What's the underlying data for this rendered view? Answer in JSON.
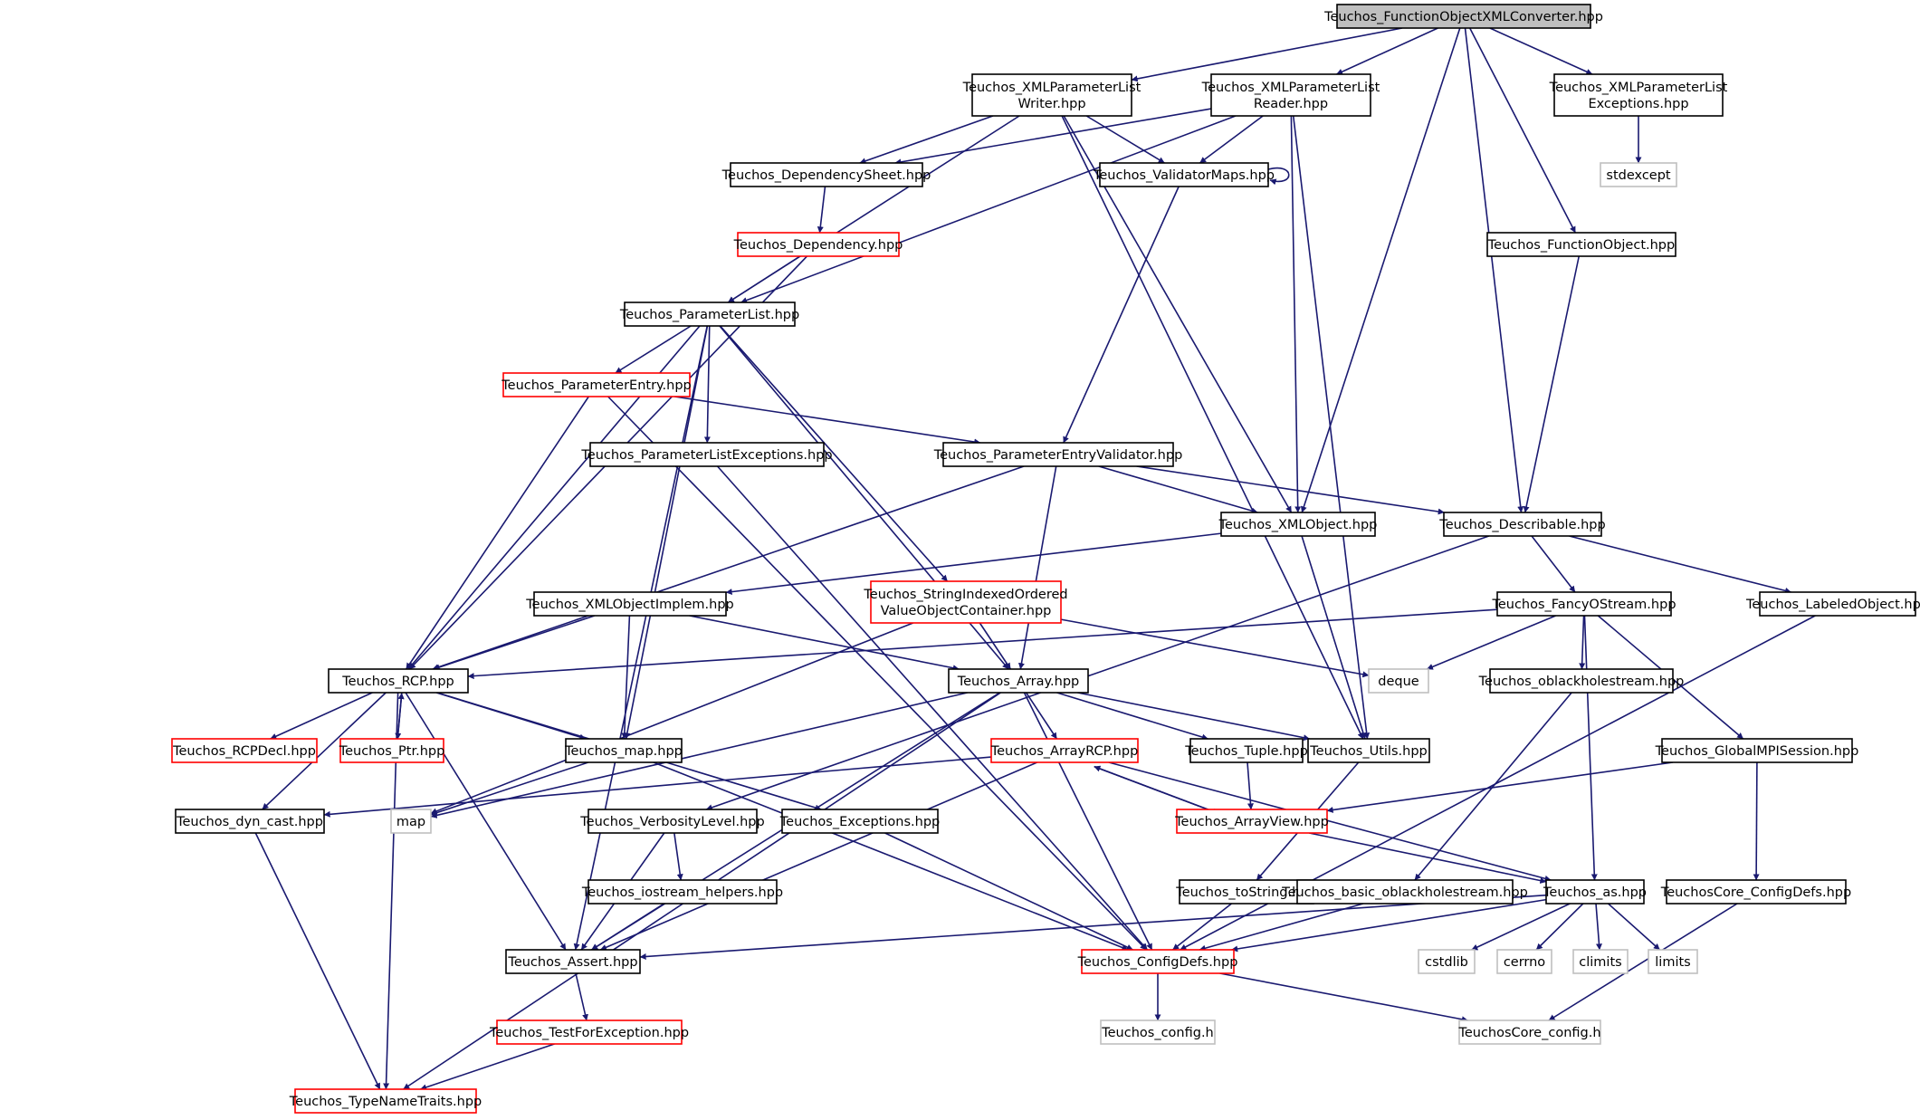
{
  "colors": {
    "edge": "#191970",
    "normal_border": "#000000",
    "red_border": "#ff0000",
    "gray_border": "#bfbfbf",
    "root_fill": "#bfbfbf",
    "text": "#000000",
    "gray_text": "#404040"
  },
  "nodes": [
    {
      "id": "root",
      "lines": [
        "Teuchos_FunctionObjectXMLConverter.hpp"
      ],
      "style": "root"
    },
    {
      "id": "plwriter",
      "lines": [
        "Teuchos_XMLParameterList",
        "Writer.hpp"
      ],
      "style": "normal"
    },
    {
      "id": "plreader",
      "lines": [
        "Teuchos_XMLParameterList",
        "Reader.hpp"
      ],
      "style": "normal"
    },
    {
      "id": "plexc",
      "lines": [
        "Teuchos_XMLParameterList",
        "Exceptions.hpp"
      ],
      "style": "normal"
    },
    {
      "id": "stdexcept",
      "lines": [
        "stdexcept"
      ],
      "style": "gray"
    },
    {
      "id": "depsheet",
      "lines": [
        "Teuchos_DependencySheet.hpp"
      ],
      "style": "normal"
    },
    {
      "id": "valmaps",
      "lines": [
        "Teuchos_ValidatorMaps.hpp"
      ],
      "style": "normal"
    },
    {
      "id": "funcobj",
      "lines": [
        "Teuchos_FunctionObject.hpp"
      ],
      "style": "normal"
    },
    {
      "id": "dependency",
      "lines": [
        "Teuchos_Dependency.hpp"
      ],
      "style": "red"
    },
    {
      "id": "paramlist",
      "lines": [
        "Teuchos_ParameterList.hpp"
      ],
      "style": "normal"
    },
    {
      "id": "paramentry",
      "lines": [
        "Teuchos_ParameterEntry.hpp"
      ],
      "style": "red"
    },
    {
      "id": "plexceptions",
      "lines": [
        "Teuchos_ParameterListExceptions.hpp"
      ],
      "style": "normal"
    },
    {
      "id": "pevalidator",
      "lines": [
        "Teuchos_ParameterEntryValidator.hpp"
      ],
      "style": "normal"
    },
    {
      "id": "xmlobject",
      "lines": [
        "Teuchos_XMLObject.hpp"
      ],
      "style": "normal"
    },
    {
      "id": "describable",
      "lines": [
        "Teuchos_Describable.hpp"
      ],
      "style": "normal"
    },
    {
      "id": "xmlobjimpl",
      "lines": [
        "Teuchos_XMLObjectImplem.hpp"
      ],
      "style": "normal"
    },
    {
      "id": "stringindexed",
      "lines": [
        "Teuchos_StringIndexedOrdered",
        "ValueObjectContainer.hpp"
      ],
      "style": "red"
    },
    {
      "id": "fancyostream",
      "lines": [
        "Teuchos_FancyOStream.hpp"
      ],
      "style": "normal"
    },
    {
      "id": "labeledobj",
      "lines": [
        "Teuchos_LabeledObject.hpp"
      ],
      "style": "normal"
    },
    {
      "id": "rcp",
      "lines": [
        "Teuchos_RCP.hpp"
      ],
      "style": "normal"
    },
    {
      "id": "array",
      "lines": [
        "Teuchos_Array.hpp"
      ],
      "style": "normal"
    },
    {
      "id": "deque",
      "lines": [
        "deque"
      ],
      "style": "gray"
    },
    {
      "id": "oblackhole",
      "lines": [
        "Teuchos_oblackholestream.hpp"
      ],
      "style": "normal"
    },
    {
      "id": "rcpdecl",
      "lines": [
        "Teuchos_RCPDecl.hpp"
      ],
      "style": "red"
    },
    {
      "id": "ptr",
      "lines": [
        "Teuchos_Ptr.hpp"
      ],
      "style": "red"
    },
    {
      "id": "map_hpp",
      "lines": [
        "Teuchos_map.hpp"
      ],
      "style": "normal"
    },
    {
      "id": "arrayrcp",
      "lines": [
        "Teuchos_ArrayRCP.hpp"
      ],
      "style": "red"
    },
    {
      "id": "tuple",
      "lines": [
        "Teuchos_Tuple.hpp"
      ],
      "style": "normal"
    },
    {
      "id": "utils",
      "lines": [
        "Teuchos_Utils.hpp"
      ],
      "style": "normal"
    },
    {
      "id": "globalmpi",
      "lines": [
        "Teuchos_GlobalMPISession.hpp"
      ],
      "style": "normal"
    },
    {
      "id": "dyncast",
      "lines": [
        "Teuchos_dyn_cast.hpp"
      ],
      "style": "normal"
    },
    {
      "id": "map",
      "lines": [
        "map"
      ],
      "style": "gray"
    },
    {
      "id": "verbosity",
      "lines": [
        "Teuchos_VerbosityLevel.hpp"
      ],
      "style": "normal"
    },
    {
      "id": "exceptions",
      "lines": [
        "Teuchos_Exceptions.hpp"
      ],
      "style": "normal"
    },
    {
      "id": "arrayview",
      "lines": [
        "Teuchos_ArrayView.hpp"
      ],
      "style": "red"
    },
    {
      "id": "iostreamhelpers",
      "lines": [
        "Teuchos_iostream_helpers.hpp"
      ],
      "style": "normal"
    },
    {
      "id": "tostring",
      "lines": [
        "Teuchos_toString.hpp"
      ],
      "style": "normal"
    },
    {
      "id": "basicoblack",
      "lines": [
        "Teuchos_basic_oblackholestream.hpp"
      ],
      "style": "normal"
    },
    {
      "id": "as",
      "lines": [
        "Teuchos_as.hpp"
      ],
      "style": "normal"
    },
    {
      "id": "coreconfigdefs",
      "lines": [
        "TeuchosCore_ConfigDefs.hpp"
      ],
      "style": "normal"
    },
    {
      "id": "assert",
      "lines": [
        "Teuchos_Assert.hpp"
      ],
      "style": "normal"
    },
    {
      "id": "configdefs",
      "lines": [
        "Teuchos_ConfigDefs.hpp"
      ],
      "style": "red"
    },
    {
      "id": "cstdlib",
      "lines": [
        "cstdlib"
      ],
      "style": "gray"
    },
    {
      "id": "cerrno",
      "lines": [
        "cerrno"
      ],
      "style": "gray"
    },
    {
      "id": "climits",
      "lines": [
        "climits"
      ],
      "style": "gray"
    },
    {
      "id": "limits",
      "lines": [
        "limits"
      ],
      "style": "gray"
    },
    {
      "id": "testforexc",
      "lines": [
        "Teuchos_TestForException.hpp"
      ],
      "style": "red"
    },
    {
      "id": "config_h",
      "lines": [
        "Teuchos_config.h"
      ],
      "style": "gray"
    },
    {
      "id": "coreconfig_h",
      "lines": [
        "TeuchosCore_config.h"
      ],
      "style": "gray"
    },
    {
      "id": "typenametraits",
      "lines": [
        "Teuchos_TypeNameTraits.hpp"
      ],
      "style": "red"
    }
  ],
  "edges": [
    [
      "root",
      "plwriter"
    ],
    [
      "root",
      "plreader"
    ],
    [
      "root",
      "plexc"
    ],
    [
      "root",
      "xmlobject"
    ],
    [
      "root",
      "describable"
    ],
    [
      "root",
      "funcobj"
    ],
    [
      "plwriter",
      "depsheet"
    ],
    [
      "plwriter",
      "valmaps"
    ],
    [
      "plwriter",
      "paramlist"
    ],
    [
      "plwriter",
      "xmlobject"
    ],
    [
      "plwriter",
      "utils"
    ],
    [
      "plreader",
      "depsheet"
    ],
    [
      "plreader",
      "valmaps"
    ],
    [
      "plreader",
      "paramlist"
    ],
    [
      "plreader",
      "xmlobject"
    ],
    [
      "plreader",
      "utils"
    ],
    [
      "plexc",
      "stdexcept"
    ],
    [
      "depsheet",
      "dependency"
    ],
    [
      "valmaps",
      "valmaps"
    ],
    [
      "valmaps",
      "pevalidator"
    ],
    [
      "funcobj",
      "describable"
    ],
    [
      "dependency",
      "paramlist"
    ],
    [
      "dependency",
      "rcp"
    ],
    [
      "paramlist",
      "paramentry"
    ],
    [
      "paramlist",
      "plexceptions"
    ],
    [
      "paramlist",
      "stringindexed"
    ],
    [
      "paramlist",
      "array"
    ],
    [
      "paramlist",
      "map_hpp"
    ],
    [
      "paramlist",
      "rcp"
    ],
    [
      "paramlist",
      "assert"
    ],
    [
      "paramentry",
      "pevalidator"
    ],
    [
      "paramentry",
      "rcp"
    ],
    [
      "paramentry",
      "configdefs"
    ],
    [
      "plexceptions",
      "configdefs"
    ],
    [
      "pevalidator",
      "xmlobject"
    ],
    [
      "pevalidator",
      "describable"
    ],
    [
      "pevalidator",
      "rcp"
    ],
    [
      "pevalidator",
      "array"
    ],
    [
      "xmlobject",
      "xmlobjimpl"
    ],
    [
      "xmlobject",
      "utils"
    ],
    [
      "describable",
      "fancyostream"
    ],
    [
      "describable",
      "labeledobj"
    ],
    [
      "describable",
      "verbosity"
    ],
    [
      "xmlobjimpl",
      "rcp"
    ],
    [
      "xmlobjimpl",
      "map_hpp"
    ],
    [
      "xmlobjimpl",
      "array"
    ],
    [
      "stringindexed",
      "array"
    ],
    [
      "stringindexed",
      "deque"
    ],
    [
      "stringindexed",
      "map"
    ],
    [
      "fancyostream",
      "rcp"
    ],
    [
      "fancyostream",
      "deque"
    ],
    [
      "fancyostream",
      "oblackhole"
    ],
    [
      "fancyostream",
      "globalmpi"
    ],
    [
      "fancyostream",
      "as"
    ],
    [
      "labeledobj",
      "configdefs"
    ],
    [
      "rcp",
      "rcpdecl"
    ],
    [
      "rcp",
      "ptr"
    ],
    [
      "rcp",
      "map_hpp"
    ],
    [
      "rcp",
      "dyncast"
    ],
    [
      "rcp",
      "exceptions"
    ],
    [
      "rcp",
      "assert"
    ],
    [
      "rcp",
      "typenametraits"
    ],
    [
      "ptr",
      "rcp"
    ],
    [
      "array",
      "arrayrcp"
    ],
    [
      "array",
      "tuple"
    ],
    [
      "array",
      "utils"
    ],
    [
      "array",
      "map"
    ],
    [
      "array",
      "assert"
    ],
    [
      "array",
      "configdefs"
    ],
    [
      "array",
      "typenametraits"
    ],
    [
      "oblackhole",
      "basicoblack"
    ],
    [
      "map_hpp",
      "map"
    ],
    [
      "map_hpp",
      "configdefs"
    ],
    [
      "arrayrcp",
      "arrayview"
    ],
    [
      "arrayrcp",
      "dyncast"
    ],
    [
      "arrayrcp",
      "as"
    ],
    [
      "arrayrcp",
      "assert"
    ],
    [
      "tuple",
      "arrayview"
    ],
    [
      "arrayview",
      "arrayrcp"
    ],
    [
      "arrayview",
      "as"
    ],
    [
      "utils",
      "tostring"
    ],
    [
      "globalmpi",
      "arrayview"
    ],
    [
      "globalmpi",
      "coreconfigdefs"
    ],
    [
      "dyncast",
      "typenametraits"
    ],
    [
      "verbosity",
      "iostreamhelpers"
    ],
    [
      "verbosity",
      "assert"
    ],
    [
      "exceptions",
      "configdefs"
    ],
    [
      "iostreamhelpers",
      "assert"
    ],
    [
      "tostring",
      "configdefs"
    ],
    [
      "basicoblack",
      "configdefs"
    ],
    [
      "as",
      "assert"
    ],
    [
      "as",
      "configdefs"
    ],
    [
      "as",
      "cstdlib"
    ],
    [
      "as",
      "cerrno"
    ],
    [
      "as",
      "climits"
    ],
    [
      "as",
      "limits"
    ],
    [
      "coreconfigdefs",
      "coreconfig_h"
    ],
    [
      "assert",
      "testforexc"
    ],
    [
      "configdefs",
      "config_h"
    ],
    [
      "configdefs",
      "coreconfig_h"
    ],
    [
      "testforexc",
      "typenametraits"
    ]
  ]
}
